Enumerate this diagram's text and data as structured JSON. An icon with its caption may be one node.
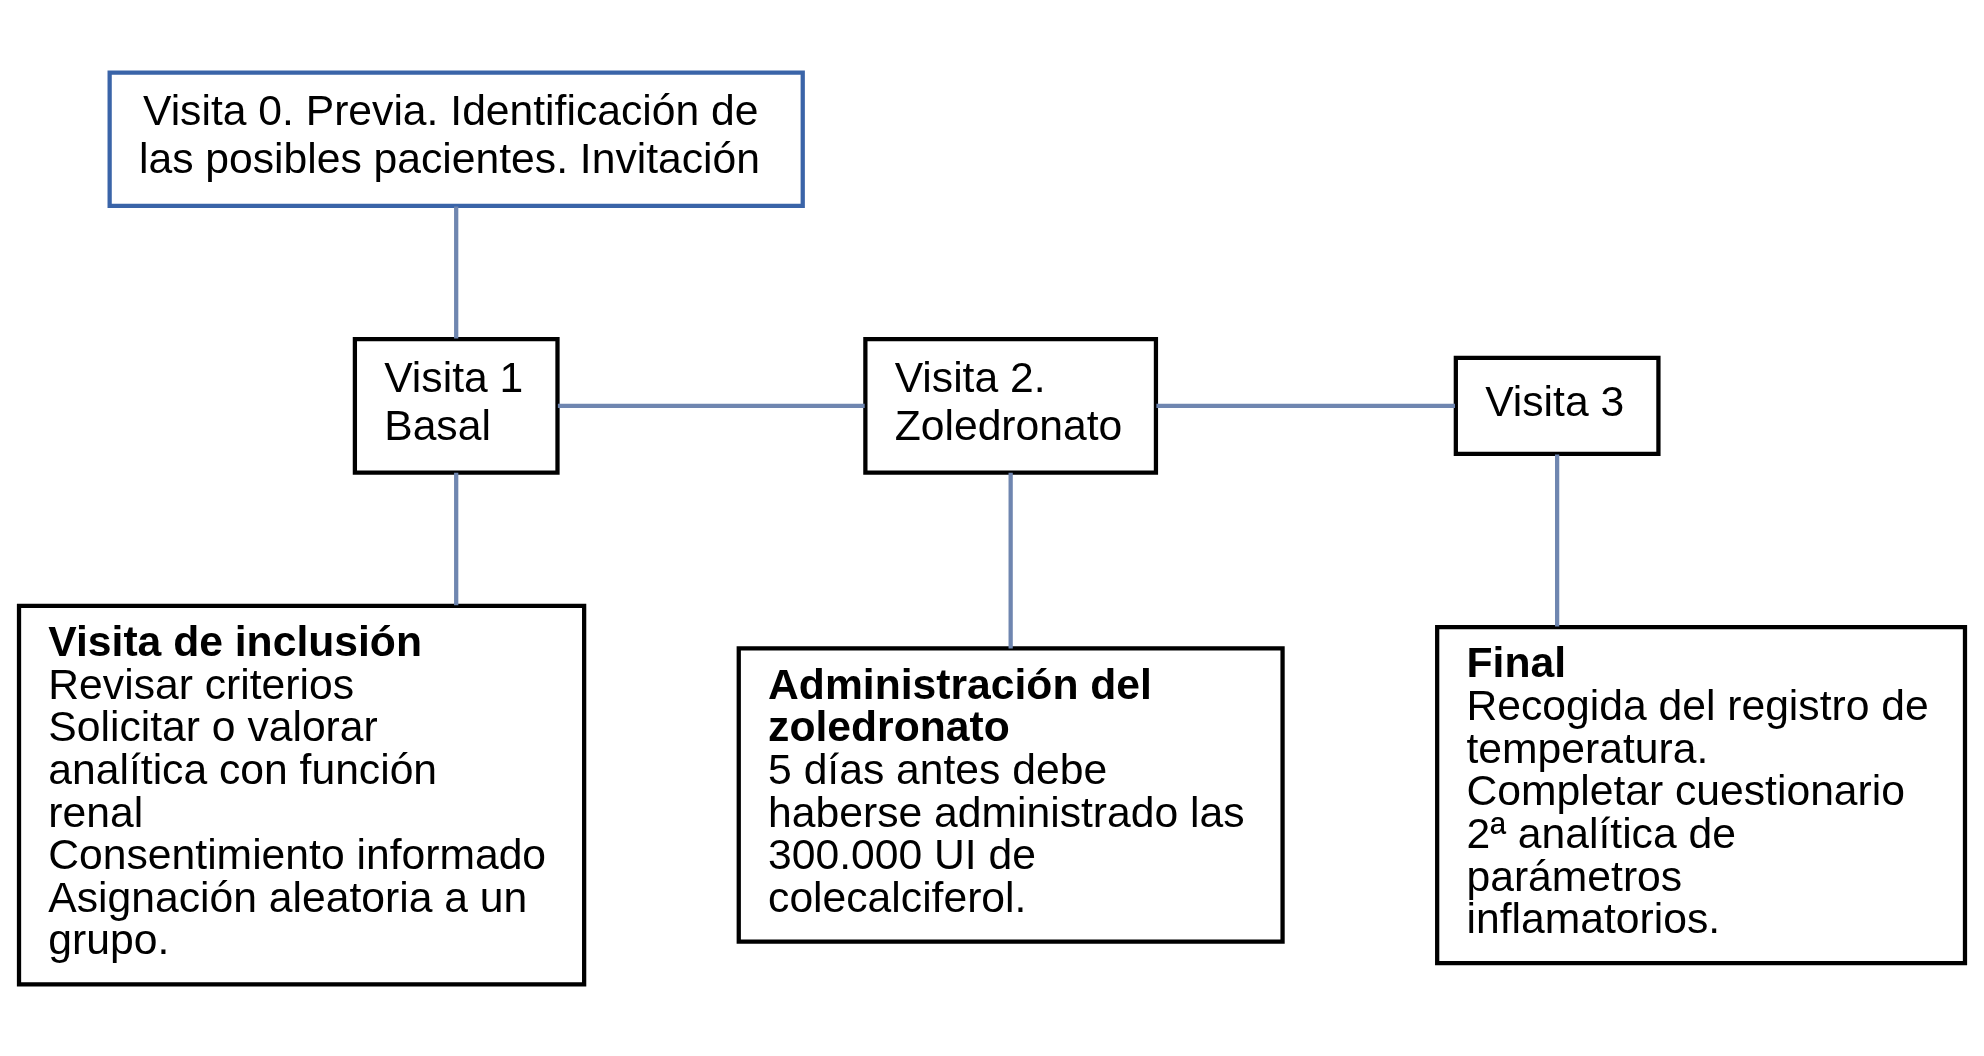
{
  "diagram": {
    "nodes": [
      {
        "text": [
          "Visita 0. Previa. Identificación de las posibles pacientes. Invitación"
        ]
      },
      {
        "text": [
          "Visita 1 Basal"
        ]
      },
      {
        "text": [
          "Visita 2. Zoledronato"
        ]
      },
      {
        "text": [
          "Visita 3"
        ]
      },
      {
        "text": [
          "Visita de inclusión",
          "Revisar criterios",
          "Solicitar o valorar analítica con función renal",
          "Consentimiento informado",
          "Asignación aleatoria a un grupo."
        ]
      },
      {
        "text": [
          "Administración del zoledronato",
          "5 días antes debe haberse administrado las 300.000 UI de colecalciferol."
        ]
      },
      {
        "text": [
          "Final",
          "Recogida del registro de temperatura.",
          "Completar cuestionario",
          "2ª analítica de parámetros inflamatorios."
        ]
      }
    ],
    "edges": [
      {
        "from": 0,
        "to": 1,
        "arrow": "none"
      },
      {
        "from": 1,
        "to": 2,
        "arrow": "none"
      },
      {
        "from": 2,
        "to": 3,
        "arrow": "none"
      },
      {
        "from": 1,
        "to": 4,
        "arrow": "none"
      },
      {
        "from": 2,
        "to": 5,
        "arrow": "none"
      },
      {
        "from": 3,
        "to": 6,
        "arrow": "none"
      }
    ]
  }
}
